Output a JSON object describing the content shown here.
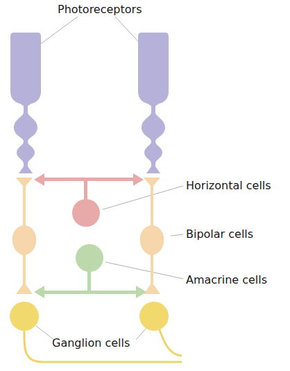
{
  "diagram": {
    "labels": [
      "Photoreceptors",
      "Horizontal cells",
      "Bipolar cells",
      "Amacrine cells",
      "Ganglion cells"
    ]
  }
}
